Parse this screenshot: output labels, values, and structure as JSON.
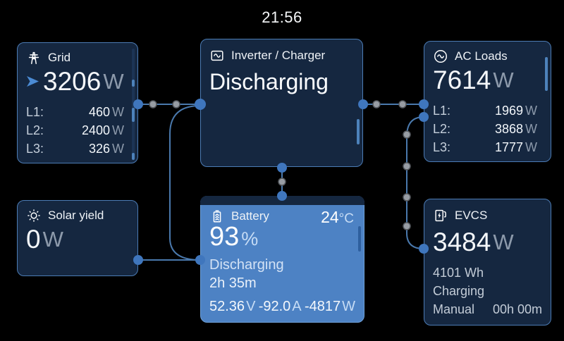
{
  "clock": "21:56",
  "colors": {
    "background": "#000000",
    "tile_background": "#152740",
    "tile_border": "#4c7cb5",
    "battery_highlight": "#4d82c4",
    "flow_line": "#4a79ad",
    "flow_node": "#3f76bd",
    "flow_dot": "#989da4",
    "unit_gray": "#8d9aab",
    "arrow_blue": "#4b8bd4"
  },
  "tiles": {
    "grid": {
      "icon": "pylon-icon",
      "title": "Grid",
      "power": "3206",
      "power_unit": "W",
      "phases": [
        {
          "label": "L1:",
          "value": "460",
          "unit": "W"
        },
        {
          "label": "L2:",
          "value": "2400",
          "unit": "W"
        },
        {
          "label": "L3:",
          "value": "326",
          "unit": "W"
        }
      ]
    },
    "inverter": {
      "icon": "inverter-icon",
      "title": "Inverter / Charger",
      "state": "Discharging"
    },
    "ac_loads": {
      "icon": "ac-loads-icon",
      "title": "AC Loads",
      "power": "7614",
      "power_unit": "W",
      "phases": [
        {
          "label": "L1:",
          "value": "1969",
          "unit": "W"
        },
        {
          "label": "L2:",
          "value": "3868",
          "unit": "W"
        },
        {
          "label": "L3:",
          "value": "1777",
          "unit": "W"
        }
      ]
    },
    "solar": {
      "icon": "sun-icon",
      "title": "Solar yield",
      "power": "0",
      "power_unit": "W"
    },
    "battery": {
      "icon": "battery-icon",
      "title": "Battery",
      "temperature": "24",
      "temperature_unit": "°C",
      "soc": "93",
      "soc_unit": "%",
      "state": "Discharging",
      "time_remaining": "2h 35m",
      "voltage": "52.36",
      "voltage_unit": "V",
      "current": "-92.0",
      "current_unit": "A",
      "power": "-4817",
      "power_unit": "W"
    },
    "evcs": {
      "icon": "evcs-icon",
      "title": "EVCS",
      "power": "3484",
      "power_unit": "W",
      "energy": "4101 Wh",
      "status": "Charging",
      "mode": "Manual",
      "session_time": "00h 00m"
    }
  }
}
